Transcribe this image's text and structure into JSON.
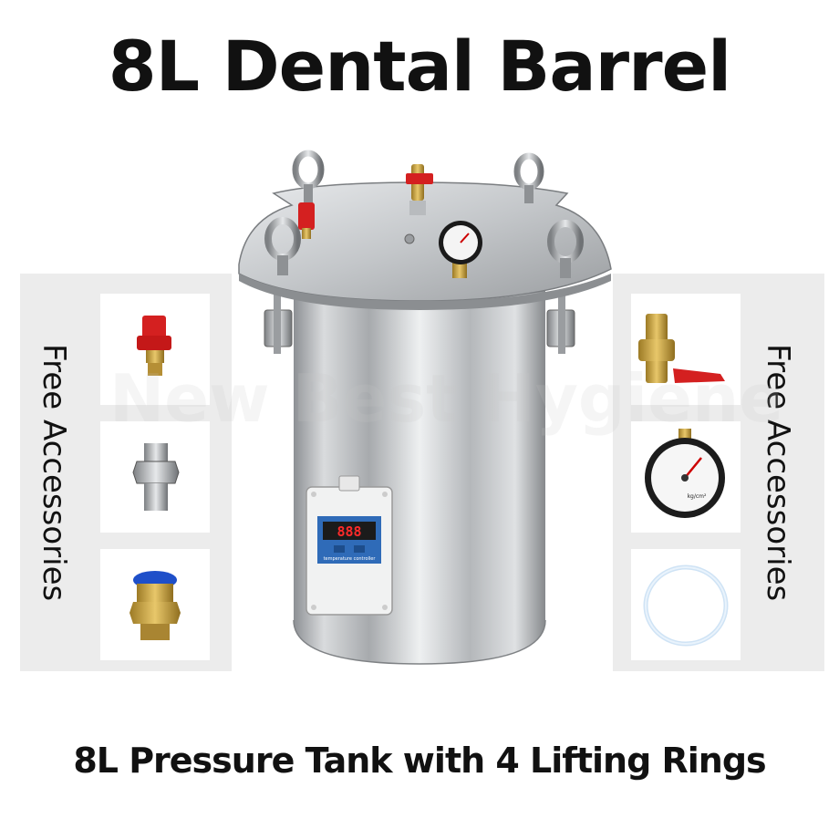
{
  "title": "8L Dental Barrel",
  "caption": "8L Pressure Tank with 4 Lifting Rings",
  "side_label_left": "Free Accessories",
  "side_label_right": "Free Accessories",
  "watermark": "New Best Hygiene",
  "controller": {
    "display": "888",
    "model_text": "temperature controller"
  },
  "gauge": {
    "label": "kg/cm²"
  },
  "colors": {
    "steel": "#c9cccf",
    "valve_red": "#d42020",
    "brass": "#c9a13a",
    "display_red": "#ff2a2a"
  },
  "accessories_left": [
    "red-safety-valve",
    "hex-nipple-fitting",
    "push-in-connector"
  ],
  "accessories_right": [
    "brass-ball-valve",
    "pressure-gauge",
    "sealing-ring"
  ]
}
